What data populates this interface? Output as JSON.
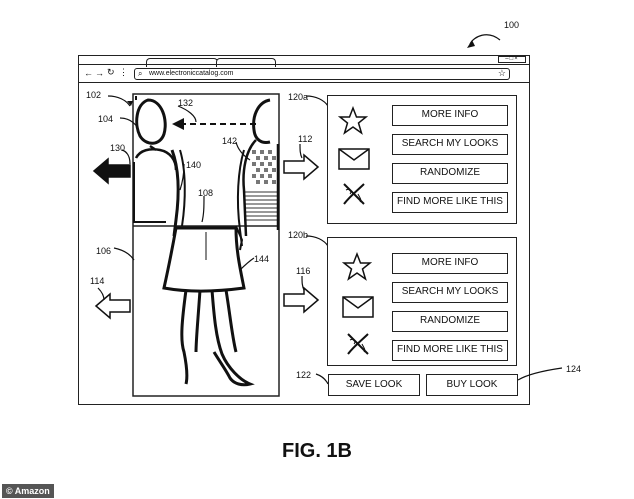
{
  "url": "www.electroniccatalog.com",
  "refs": {
    "fig": "100",
    "ui": "102",
    "head": "104",
    "lower": "106",
    "waist": "108",
    "arrow_left_upper": "130",
    "arrow_dashed": "132",
    "torso_line": "140",
    "alt_top": "142",
    "skirt": "144",
    "arrow_right_upper": "112",
    "arrow_left_lower": "114",
    "arrow_right_lower": "116",
    "panel_a": "120a",
    "panel_b": "120b",
    "save": "122",
    "buy": "124"
  },
  "panel_a": {
    "more_info": "MORE INFO",
    "search": "SEARCH MY LOOKS",
    "randomize": "RANDOMIZE",
    "find_more": "FIND MORE LIKE THIS"
  },
  "panel_b": {
    "more_info": "MORE INFO",
    "search": "SEARCH MY LOOKS",
    "randomize": "RANDOMIZE",
    "find_more": "FIND MORE LIKE THIS"
  },
  "save_look": "SAVE LOOK",
  "buy_look": "BUY LOOK",
  "figure_label": "FIG. 1B",
  "credit": "© Amazon",
  "icons": [
    "star-icon",
    "envelope-icon",
    "dislike-x-icon",
    "back-icon",
    "forward-icon",
    "refresh-icon",
    "bookmark-star-icon"
  ]
}
